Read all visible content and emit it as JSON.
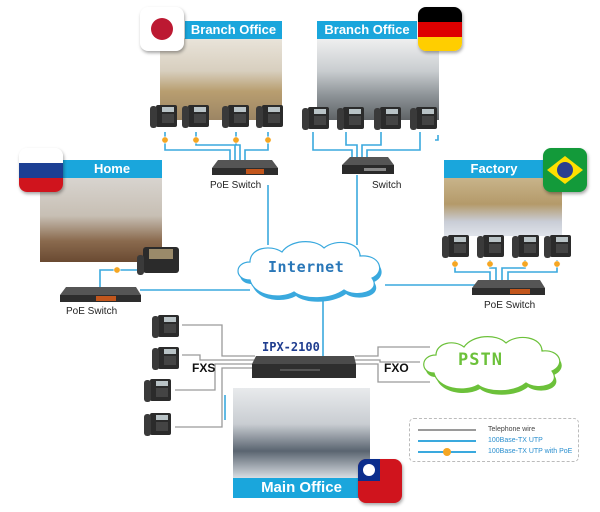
{
  "title": "IPX-2100 VoIP network topology",
  "colors": {
    "label_bg": "#1aa6dc",
    "utp_line": "#3aa9de",
    "telephone_wire": "#9a9a9a",
    "poe_dot": "#f5a623",
    "internet_cloud": "#3aa9de",
    "pstn_cloud": "#6cc13a",
    "ipx_label": "#1f3d8f"
  },
  "sites": {
    "branch_japan": {
      "label": "Branch Office",
      "flag": "japan-flag",
      "switch_label": "PoE Switch",
      "phones": 4
    },
    "branch_germany": {
      "label": "Branch Office",
      "flag": "germany-flag",
      "switch_label": "Switch",
      "phones": 4
    },
    "home_russia": {
      "label": "Home",
      "flag": "russia-flag",
      "switch_label": "PoE Switch",
      "phones": 1
    },
    "factory_brazil": {
      "label": "Factory",
      "flag": "brazil-flag",
      "switch_label": "PoE Switch",
      "phones": 4
    },
    "main_taiwan": {
      "label": "Main Office",
      "flag": "taiwan-flag"
    }
  },
  "clouds": {
    "internet": "Internet",
    "pstn": "PSTN"
  },
  "central": {
    "device": "IPX-2100",
    "fxs": "FXS",
    "fxo": "FXO",
    "fxs_phones": 4
  },
  "legend": [
    {
      "label": "Telephone wire",
      "type": "telephone"
    },
    {
      "label": "100Base-TX UTP",
      "type": "utp"
    },
    {
      "label": "100Base-TX UTP with PoE",
      "type": "poe"
    }
  ]
}
